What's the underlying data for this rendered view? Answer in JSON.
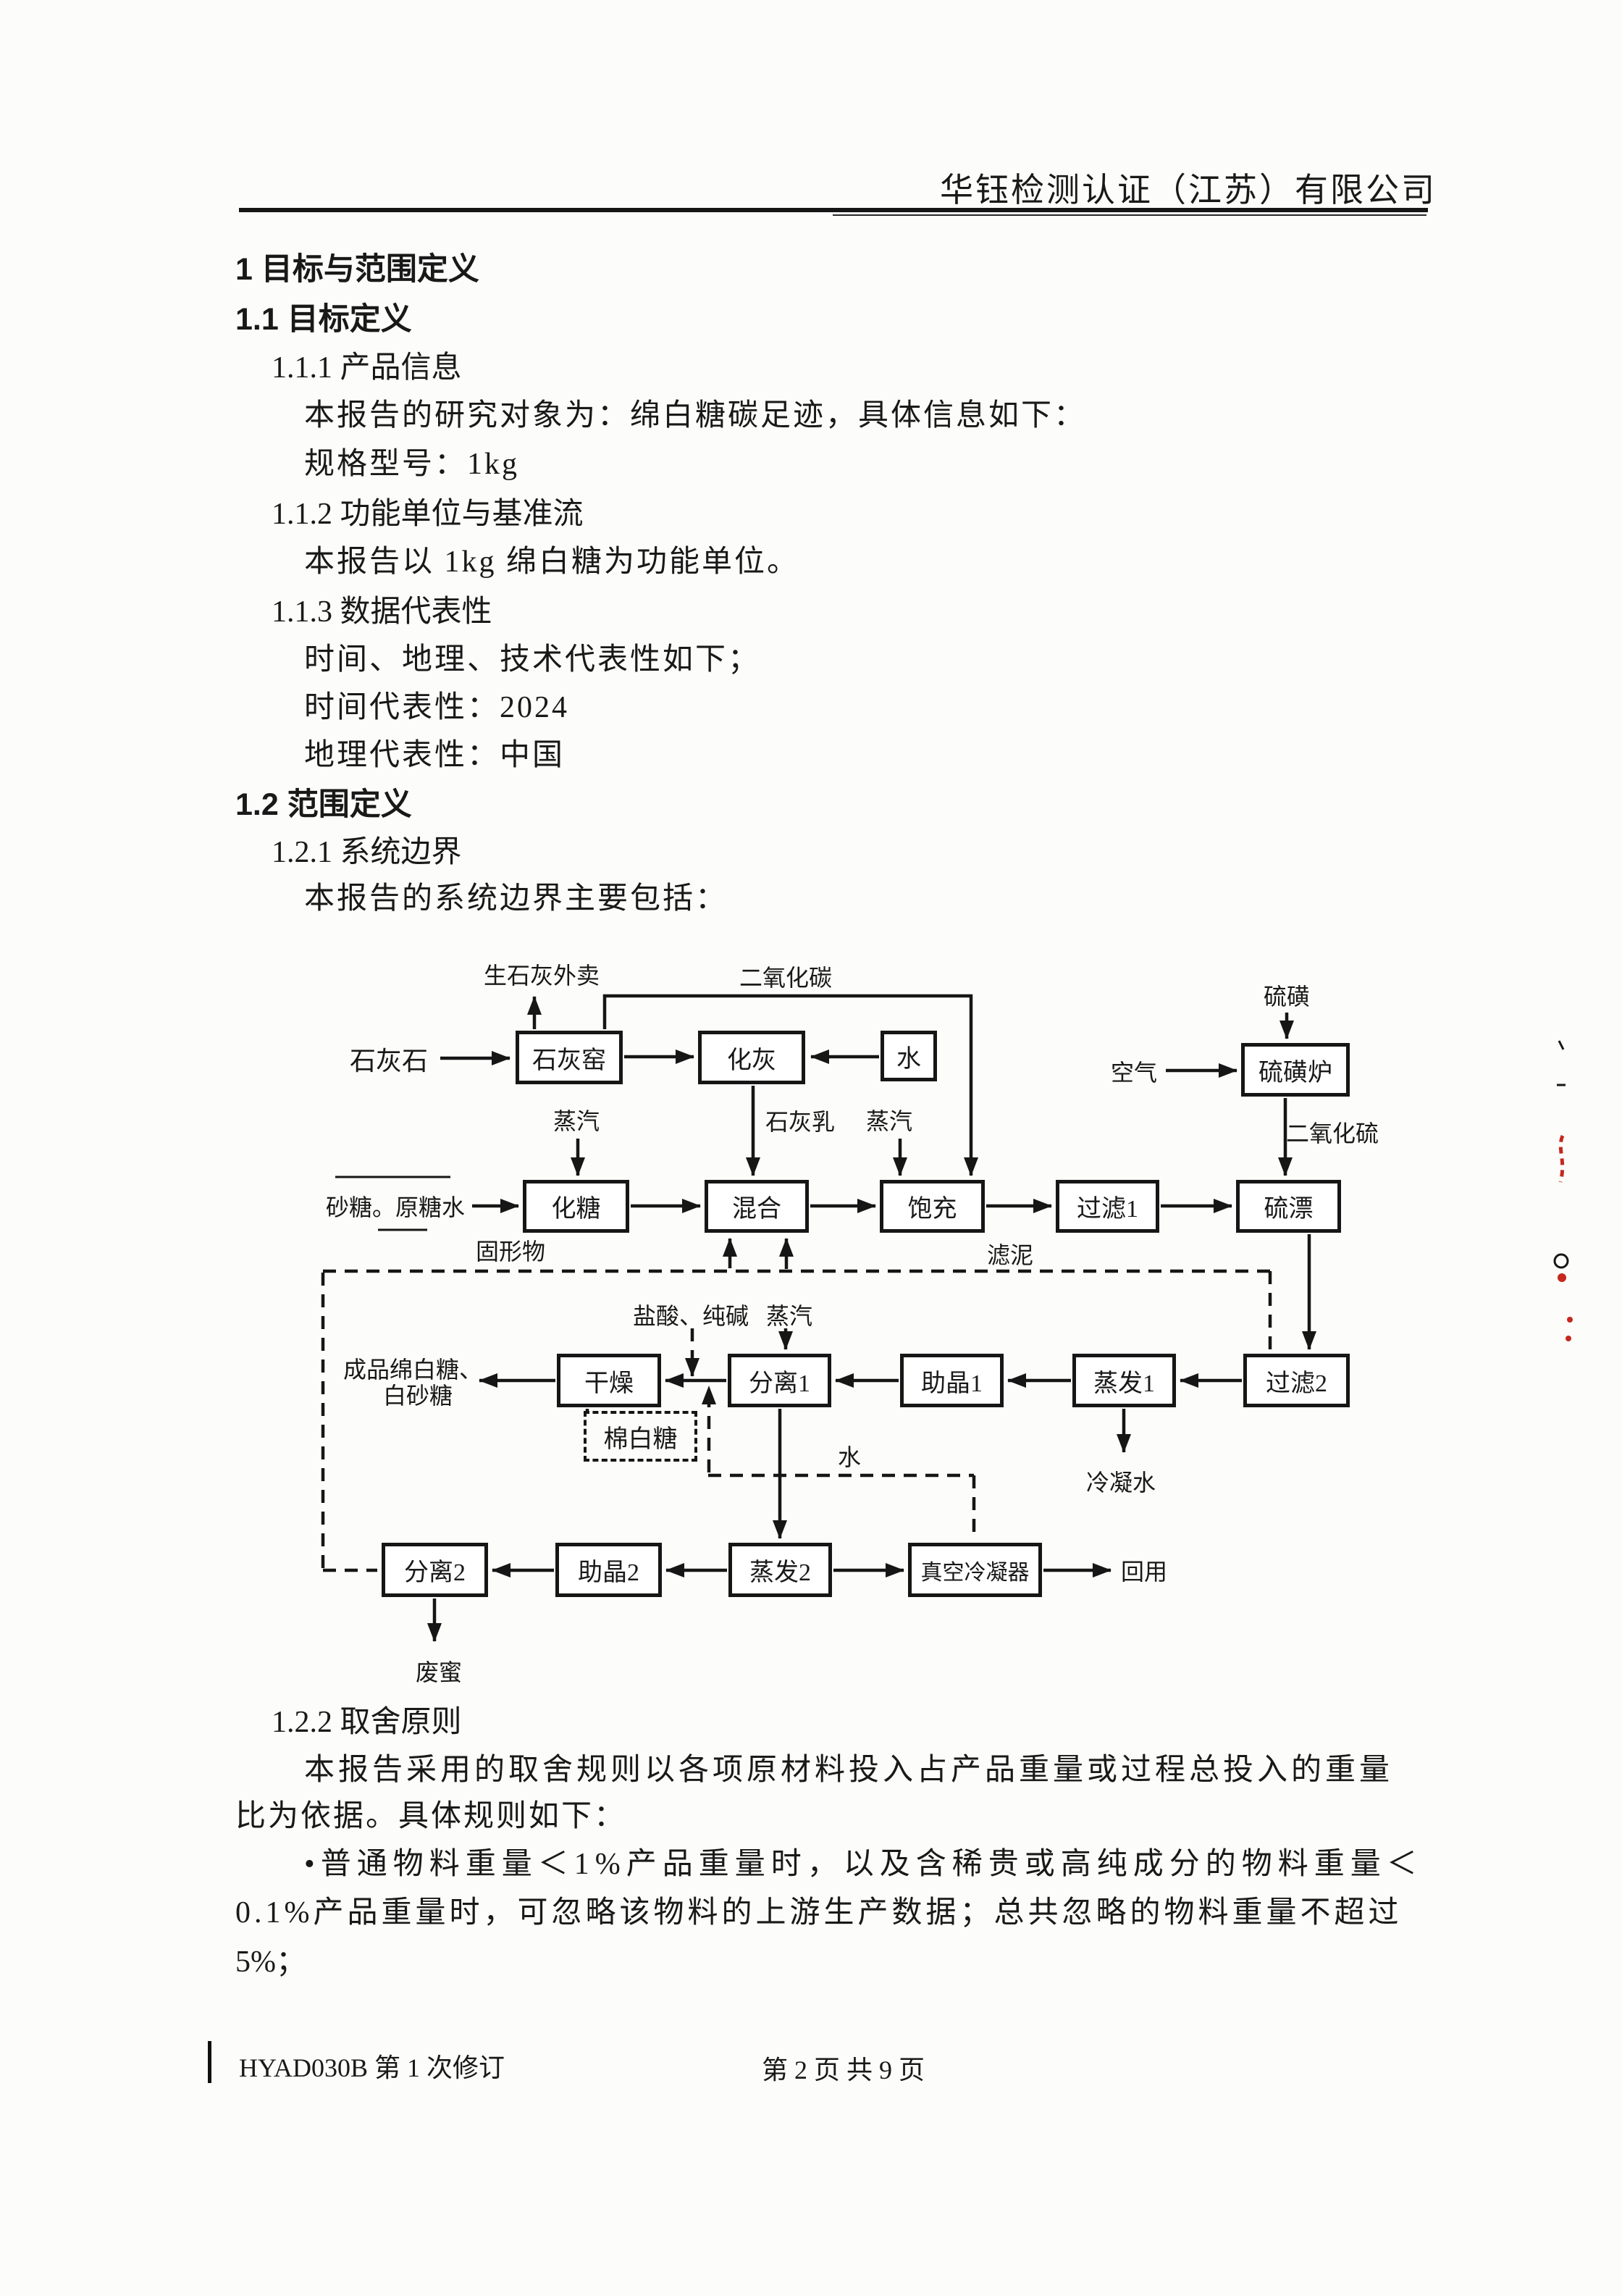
{
  "header": {
    "company": "华钰检测认证（江苏）有限公司"
  },
  "content": {
    "lines": [
      "1 目标与范围定义",
      "1.1 目标定义",
      "1.1.1 产品信息",
      "本报告的研究对象为：绵白糖碳足迹，具体信息如下：",
      "规格型号：1kg",
      "1.1.2 功能单位与基准流",
      "本报告以 1kg 绵白糖为功能单位。",
      "1.1.3 数据代表性",
      "时间、地理、技术代表性如下；",
      "时间代表性：2024",
      "地理代表性：中国",
      "1.2 范围定义",
      "1.2.1 系统边界",
      "本报告的系统边界主要包括：",
      "1.2.2 取舍原则",
      "本报告采用的取舍规则以各项原材料投入占产品重量或过程总投入的重量",
      "比为依据。具体规则如下：",
      "•普通物料重量＜1%产品重量时，以及含稀贵或高纯成分的物料重量＜",
      "0.1%产品重量时，可忽略该物料的上游生产数据；总共忽略的物料重量不超过",
      "5%；"
    ]
  },
  "diagram": {
    "boxes": {
      "lime_kiln": "石灰窑",
      "slaking": "化灰",
      "water": "水",
      "sulfur_furnace": "硫磺炉",
      "melt_sugar": "化糖",
      "mixing": "混合",
      "saturation": "饱充",
      "filter1": "过滤1",
      "sulfur_bleach": "硫漂",
      "drying": "干燥",
      "separation1": "分离1",
      "crystallize1": "助晶1",
      "evaporation1": "蒸发1",
      "filter2": "过滤2",
      "separation2": "分离2",
      "crystallize2": "助晶2",
      "evaporation2": "蒸发2",
      "vacuum_condenser": "真空冷凝器",
      "soft_white_sugar": "棉白糖"
    },
    "labels": {
      "limestone": "石灰石",
      "quicklime_sale": "生石灰外卖",
      "co2": "二氧化碳",
      "sulfur": "硫磺",
      "air": "空气",
      "steam1": "蒸汽",
      "lime_milk": "石灰乳",
      "steam2": "蒸汽",
      "so2": "二氧化硫",
      "sugar_raw_input": "砂糖。原糖水",
      "solids": "固形物",
      "filter_mud": "滤泥",
      "hcl_soda": "盐酸、纯碱",
      "steam3": "蒸汽",
      "product_line1": "成品绵白糖、",
      "product_line2": "白砂糖",
      "water_recycle": "水",
      "condensate": "冷凝水",
      "reuse": "回用",
      "waste_molasses": "废蜜"
    }
  },
  "footer": {
    "doc_code": "HYAD030B 第 1 次修订",
    "page_info": "第 2 页 共 9 页"
  },
  "colors": {
    "ink": "#191919",
    "annotation_red": "#c4281e"
  }
}
